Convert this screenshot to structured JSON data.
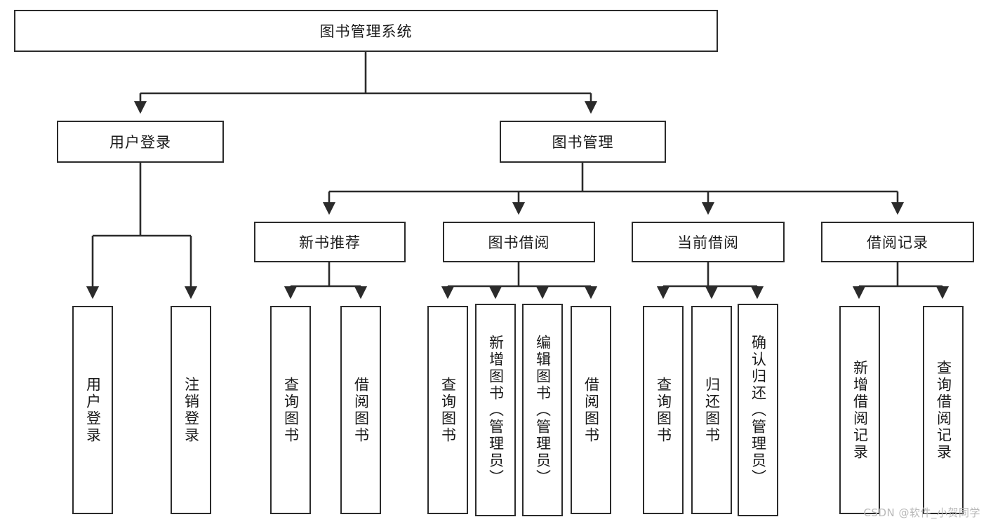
{
  "diagram": {
    "title": "图书管理系统",
    "type": "function-hierarchy-tree",
    "root": {
      "label": "图书管理系统"
    },
    "level2": [
      {
        "label": "用户登录"
      },
      {
        "label": "图书管理"
      }
    ],
    "level3": [
      {
        "label": "新书推荐"
      },
      {
        "label": "图书借阅"
      },
      {
        "label": "当前借阅"
      },
      {
        "label": "借阅记录"
      }
    ],
    "leaves": {
      "user_login": [
        {
          "label": "用户登录"
        },
        {
          "label": "注销登录"
        }
      ],
      "new_book_recommend": [
        {
          "label": "查询图书"
        },
        {
          "label": "借阅图书"
        }
      ],
      "book_borrow": [
        {
          "label": "查询图书"
        },
        {
          "label": "新增图书（管理员）"
        },
        {
          "label": "编辑图书（管理员）"
        },
        {
          "label": "借阅图书"
        }
      ],
      "current_borrow": [
        {
          "label": "查询图书"
        },
        {
          "label": "归还图书"
        },
        {
          "label": "确认归还（管理员）"
        }
      ],
      "borrow_record": [
        {
          "label": "新增借阅记录"
        },
        {
          "label": "查询借阅记录"
        }
      ]
    }
  },
  "watermark": {
    "text": "CSDN @软件_小贺同学"
  },
  "colors": {
    "box_border": "#2b2b2b",
    "box_fill": "#ffffff",
    "connector": "#2b2b2b",
    "text": "#1a1a1a",
    "watermark": "#b9b9b9",
    "background": "#ffffff"
  }
}
